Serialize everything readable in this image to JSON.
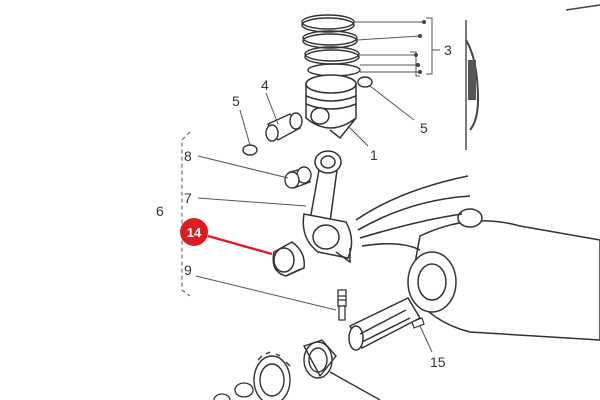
{
  "diagram": {
    "labels": {
      "piston": "1",
      "rings": "3",
      "pin": "4",
      "clip_left": "5",
      "clip_right": "5",
      "assembly": "6",
      "rod": "7",
      "bushing": "8",
      "bolt": "9",
      "key": "15"
    },
    "callout": {
      "number": "14",
      "color": "#e01b22"
    },
    "line_color": "#555555"
  }
}
